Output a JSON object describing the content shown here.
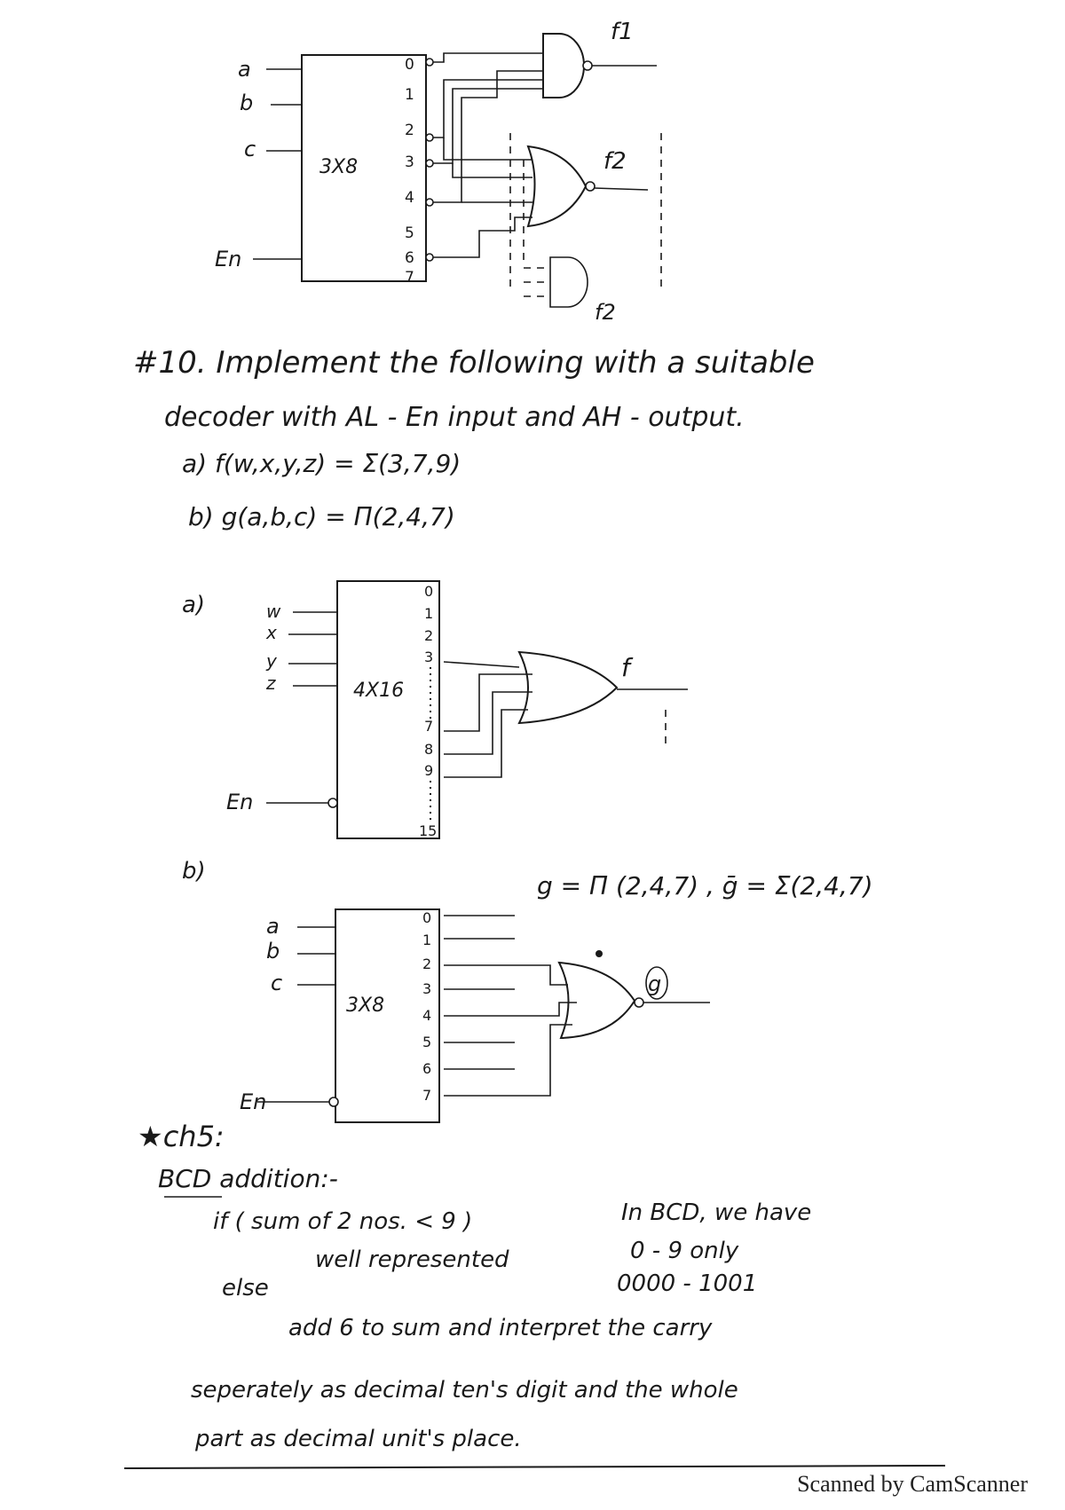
{
  "circuit1": {
    "inputs": [
      "a",
      "b",
      "c"
    ],
    "enable": "En",
    "decoder": "3X8",
    "outputs": [
      "0",
      "1",
      "2",
      "3",
      "4",
      "5",
      "6",
      "7"
    ],
    "f1": "f1",
    "f2": "f2",
    "f2b": "f2"
  },
  "q10": {
    "line1": "#10. Implement the following with a suitable",
    "line2": "decoder with AL - En input and AH - output.",
    "a": "a)  f(w,x,y,z) = Σ(3,7,9)",
    "b": "b)  g(a,b,c) = Π(2,4,7)"
  },
  "circuit_a": {
    "label": "a)",
    "inputs": [
      "w",
      "x",
      "y",
      "z"
    ],
    "decoder": "4X16",
    "outputs": [
      "0",
      "1",
      "2",
      "3",
      "7",
      "8",
      "9",
      "15"
    ],
    "enable": "En",
    "output": "f"
  },
  "circuit_b": {
    "label": "b)",
    "formula": "g = Π (2,4,7) , ḡ = Σ(2,4,7)",
    "inputs": [
      "a",
      "b",
      "c"
    ],
    "decoder": "3X8",
    "outputs": [
      "0",
      "1",
      "2",
      "3",
      "4",
      "5",
      "6",
      "7"
    ],
    "enable": "En",
    "output": "g"
  },
  "notes": {
    "heading": "★ch5:",
    "subheading": "BCD addition:-",
    "if_line": "if ( sum of 2 nos. < 9 )",
    "well": "well represented",
    "else": "else",
    "bcd1": "In BCD, we have",
    "bcd2": "0 - 9 only",
    "bcd3": "0000 - 1001",
    "add1": "add 6  to sum and  interpret the carry",
    "add2": "seperately as decimal ten's digit and the whole",
    "add3": "part as decimal unit's place."
  },
  "footer": "Scanned by CamScanner"
}
